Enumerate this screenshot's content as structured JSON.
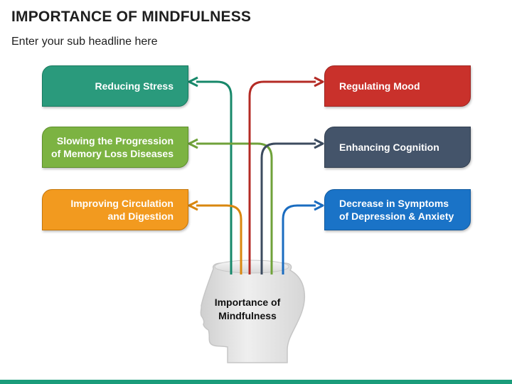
{
  "header": {
    "title": "IMPORTANCE OF MINDFULNESS",
    "subtitle": "Enter your sub headline here"
  },
  "center": {
    "label": "Importance of\nMindfulness"
  },
  "benefits": [
    {
      "label": "Reducing Stress",
      "side": "left",
      "fill": "#2a9a7c",
      "border": "#177a5f",
      "line": "#17886a"
    },
    {
      "label": "Slowing the Progression\nof Memory Loss Diseases",
      "side": "left",
      "fill": "#7cb342",
      "border": "#5d8f2b",
      "line": "#6fa23a"
    },
    {
      "label": "Improving Circulation\nand Digestion",
      "side": "left",
      "fill": "#f29a1f",
      "border": "#c57609",
      "line": "#d9870e"
    },
    {
      "label": "Regulating Mood",
      "side": "right",
      "fill": "#c9312b",
      "border": "#9e2420",
      "line": "#b42b25"
    },
    {
      "label": "Enhancing Cognition",
      "side": "right",
      "fill": "#44546a",
      "border": "#323f50",
      "line": "#3c4b5f"
    },
    {
      "label": "Decrease in Symptoms\nof Depression & Anxiety",
      "side": "right",
      "fill": "#1a73c7",
      "border": "#125a9e",
      "line": "#1a6cc0"
    }
  ],
  "colors": {
    "head_fill": "#e8e8e8",
    "head_stroke": "#c4c4c4",
    "bottom_bar": "#1a9c7a"
  }
}
